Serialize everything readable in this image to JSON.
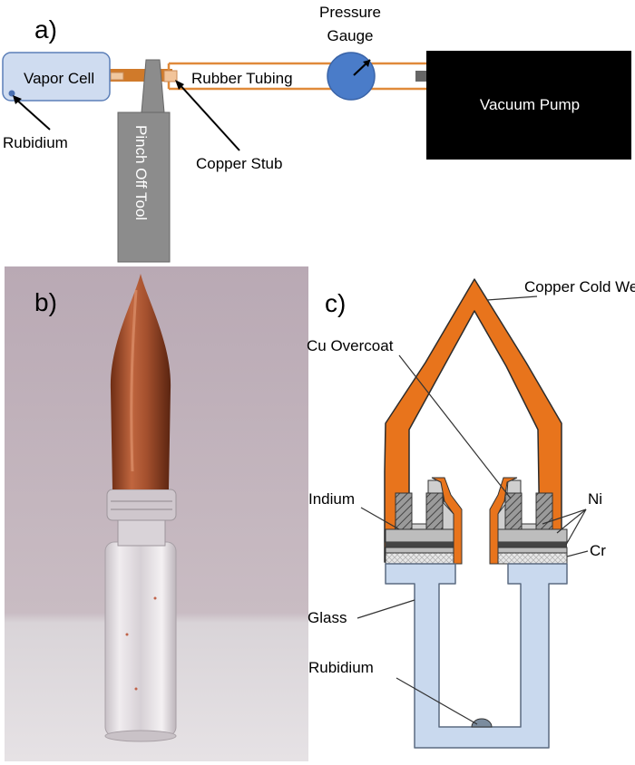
{
  "panel_a": {
    "letter": "a)",
    "vapor_cell": "Vapor Cell",
    "rubidium": "Rubidium",
    "rubber_tubing": "Rubber Tubing",
    "pressure_line1": "Pressure",
    "pressure_line2": "Gauge",
    "vacuum_pump": "Vacuum Pump",
    "pinch_off_tool": "Pinch Off Tool",
    "copper_stub": "Copper Stub"
  },
  "panel_b": {
    "letter": "b)"
  },
  "panel_c": {
    "letter": "c)",
    "copper_cold_weld": "Copper Cold Weld",
    "cu_overcoat": "Cu Overcoat",
    "indium": "Indium",
    "ni": "Ni",
    "cr": "Cr",
    "glass": "Glass",
    "rubidium": "Rubidium"
  },
  "colors": {
    "copper": "#e8741c",
    "glass": "#c9d9ee",
    "pump": "#000000",
    "gauge": "#4a7cc9",
    "tool": "#8c8c8c",
    "vapor_cell": "#cfdcf0"
  }
}
